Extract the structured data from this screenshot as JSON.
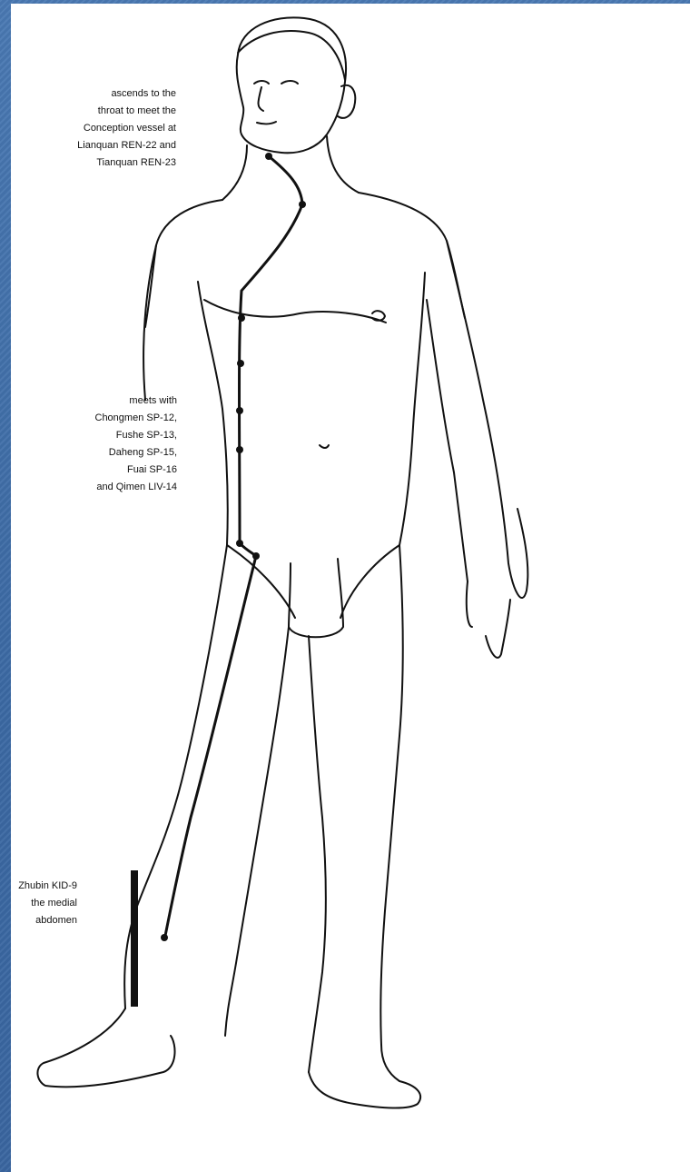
{
  "colors": {
    "background": "#3f6ea8",
    "panel": "#ffffff",
    "line": "#111111"
  },
  "labels": {
    "top": [
      "ascends to the",
      "throat to meet the",
      "Conception vessel at",
      "Lianquan REN-22 and",
      "Tianquan REN-23"
    ],
    "middle": [
      "meets with",
      "Chongmen SP-12,",
      "Fushe SP-13,",
      "Daheng SP-15,",
      "Fuai SP-16",
      "and Qimen LIV-14"
    ],
    "bottom": [
      "Zhubin KID-9",
      "the medial",
      "abdomen"
    ]
  }
}
